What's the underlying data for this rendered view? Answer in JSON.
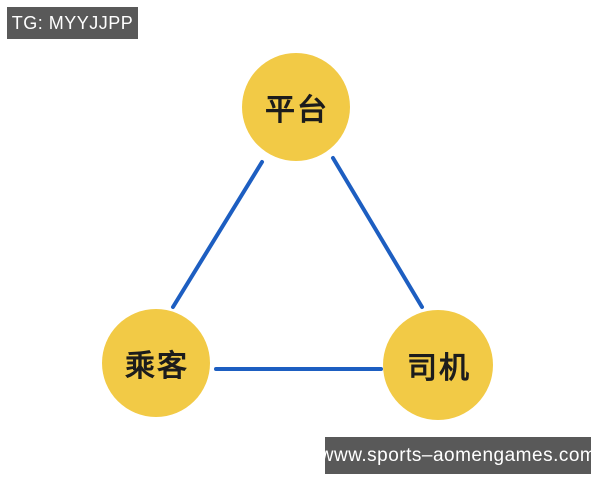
{
  "page": {
    "background_color": "#ffffff"
  },
  "badges": {
    "telegram": {
      "label": "TG: MYYJJPP",
      "bg_color": "#595959",
      "text_color": "#ffffff"
    },
    "website": {
      "label": "www.sports–aomengames.com",
      "bg_color": "#595959",
      "text_color": "#ffffff"
    }
  },
  "diagram": {
    "type": "triangle-network",
    "node_fill_color": "#f2ca46",
    "node_text_color": "#1c1c1c",
    "edge_color": "#1d5ec1",
    "nodes": [
      {
        "id": "platform",
        "label": "平台"
      },
      {
        "id": "passenger",
        "label": "乘客"
      },
      {
        "id": "driver",
        "label": "司机"
      }
    ],
    "edges": [
      {
        "from": "platform",
        "to": "passenger"
      },
      {
        "from": "platform",
        "to": "driver"
      },
      {
        "from": "passenger",
        "to": "driver"
      }
    ]
  }
}
